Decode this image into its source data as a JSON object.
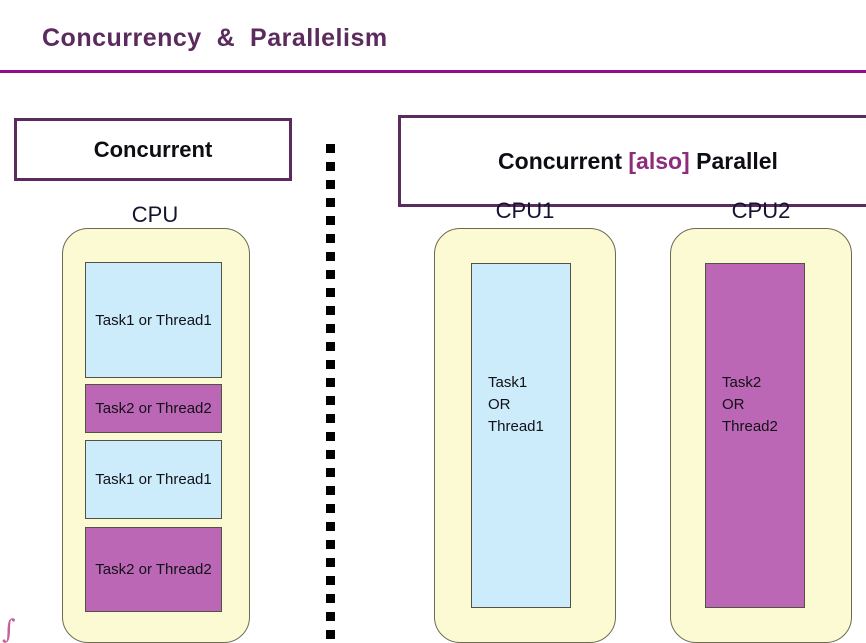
{
  "slide": {
    "title": "Concurrency  &  Parallelism",
    "rule_color": "#8E0E8E",
    "title_color": "#5B2B5E"
  },
  "left_panel": {
    "header": "Concurrent",
    "cpu_label": "CPU",
    "blocks": [
      {
        "label": "Task1 or Thread1",
        "color": "#CCEBFB",
        "kind": "blue"
      },
      {
        "label": "Task2 or Thread2",
        "color": "#BC66B6",
        "kind": "purple"
      },
      {
        "label": "Task1 or Thread1",
        "color": "#CCEBFB",
        "kind": "blue"
      },
      {
        "label": "Task2 or Thread2",
        "color": "#BC66B6",
        "kind": "purple"
      }
    ]
  },
  "right_panel": {
    "header_part1": "Concurrent ",
    "header_accent": "[also]",
    "header_part2": " Parallel",
    "cpus": [
      {
        "cpu_label": "CPU1",
        "task": "Task1\nOR\nThread1",
        "color": "#CCEBFB",
        "kind": "blue"
      },
      {
        "cpu_label": "CPU2",
        "task": "Task2\nOR\nThread2",
        "color": "#BC66B6",
        "kind": "purple"
      }
    ]
  },
  "divider": {
    "style": "dotted-vertical",
    "dot_color": "#000000",
    "dot_count": 28
  },
  "corner_mark": {
    "glyph": "∫",
    "color": "#C4619A"
  },
  "palette": {
    "cpu_fill": "#FBFAD2",
    "cpu_border": "#6E6A52",
    "blue": "#CCEBFB",
    "purple": "#BC66B6",
    "header_border": "#5B2B5E",
    "accent": "#8E2B7A"
  }
}
